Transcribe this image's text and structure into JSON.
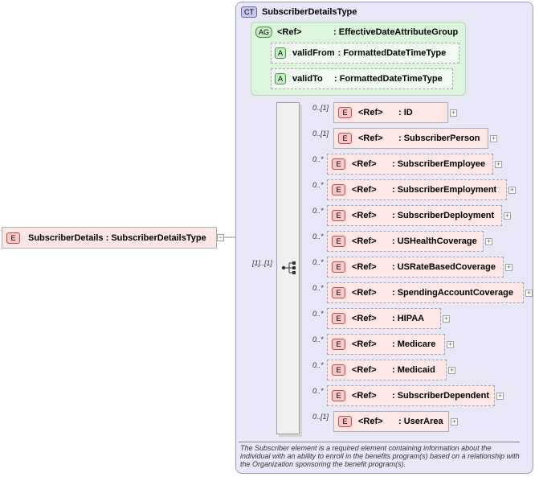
{
  "complex_type": {
    "badge": "CT",
    "name": "SubscriberDetailsType"
  },
  "root": {
    "badge": "E",
    "label": "SubscriberDetails : SubscriberDetailsType"
  },
  "attribute_group": {
    "badge": "AG",
    "ref": "<Ref>",
    "name": ": EffectiveDateAttributeGroup",
    "attributes": [
      {
        "badge": "A",
        "name": "validFrom",
        "type": ": FormattedDateTimeType"
      },
      {
        "badge": "A",
        "name": "validTo",
        "type": ": FormattedDateTimeType"
      }
    ]
  },
  "sequence": {
    "cardinality": "[1]..[1]"
  },
  "elements": [
    {
      "badge": "E",
      "ref": "<Ref>",
      "name": ": ID",
      "card": "0..[1]"
    },
    {
      "badge": "E",
      "ref": "<Ref>",
      "name": ": SubscriberPerson",
      "card": "0..[1]"
    },
    {
      "badge": "E",
      "ref": "<Ref>",
      "name": ": SubscriberEmployee",
      "card": "0..*"
    },
    {
      "badge": "E",
      "ref": "<Ref>",
      "name": ": SubscriberEmployment",
      "card": "0..*"
    },
    {
      "badge": "E",
      "ref": "<Ref>",
      "name": ": SubscriberDeployment",
      "card": "0..*"
    },
    {
      "badge": "E",
      "ref": "<Ref>",
      "name": ": USHealthCoverage",
      "card": "0..*"
    },
    {
      "badge": "E",
      "ref": "<Ref>",
      "name": ": USRateBasedCoverage",
      "card": "0..*"
    },
    {
      "badge": "E",
      "ref": "<Ref>",
      "name": ": SpendingAccountCoverage",
      "card": "0..*"
    },
    {
      "badge": "E",
      "ref": "<Ref>",
      "name": ": HIPAA",
      "card": "0..*"
    },
    {
      "badge": "E",
      "ref": "<Ref>",
      "name": ": Medicare",
      "card": "0..*"
    },
    {
      "badge": "E",
      "ref": "<Ref>",
      "name": ": Medicaid",
      "card": "0..*"
    },
    {
      "badge": "E",
      "ref": "<Ref>",
      "name": ": SubscriberDependent",
      "card": "0..*"
    },
    {
      "badge": "E",
      "ref": "<Ref>",
      "name": ": UserArea",
      "card": "0..[1]"
    }
  ],
  "documentation": "The Subscriber element is a required element containing information about the individual with an ability to enroll in the benefits program(s) based on a relationship with the Organization sponsoring the benefit program(s)."
}
